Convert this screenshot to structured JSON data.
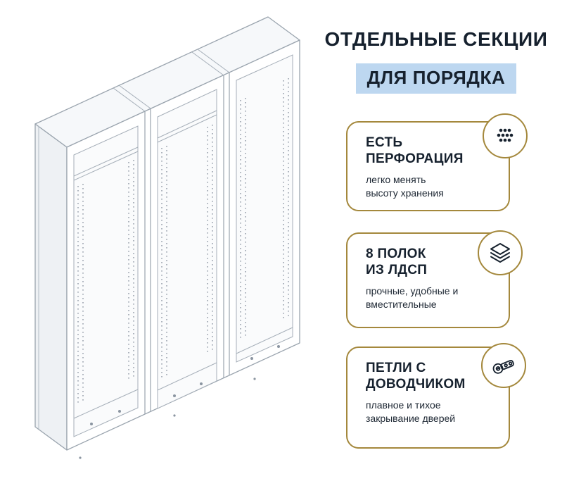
{
  "title": "ОТДЕЛЬНЫЕ СЕКЦИИ",
  "subtitle": "ДЛЯ ПОРЯДКА",
  "illustration": "wardrobe-frame-line-drawing",
  "colors": {
    "accent_gold": "#a4883c",
    "highlight_blue": "#bdd7f0",
    "heading_dark": "#16212e",
    "drawing_line": "#9aa4ae"
  },
  "cards": [
    {
      "heading": "ЕСТЬ\nПЕРФОРАЦИЯ",
      "text": "легко менять\nвысоту хранения",
      "icon": "perforation-dots-icon"
    },
    {
      "heading": "8 ПОЛОК\nИЗ ЛДСП",
      "text": "прочные, удобные и\nвместительные",
      "icon": "shelves-layers-icon"
    },
    {
      "heading": "ПЕТЛИ С\nДОВОДЧИКОМ",
      "text": "плавное и тихое\nзакрывание дверей",
      "icon": "hinge-icon"
    }
  ]
}
